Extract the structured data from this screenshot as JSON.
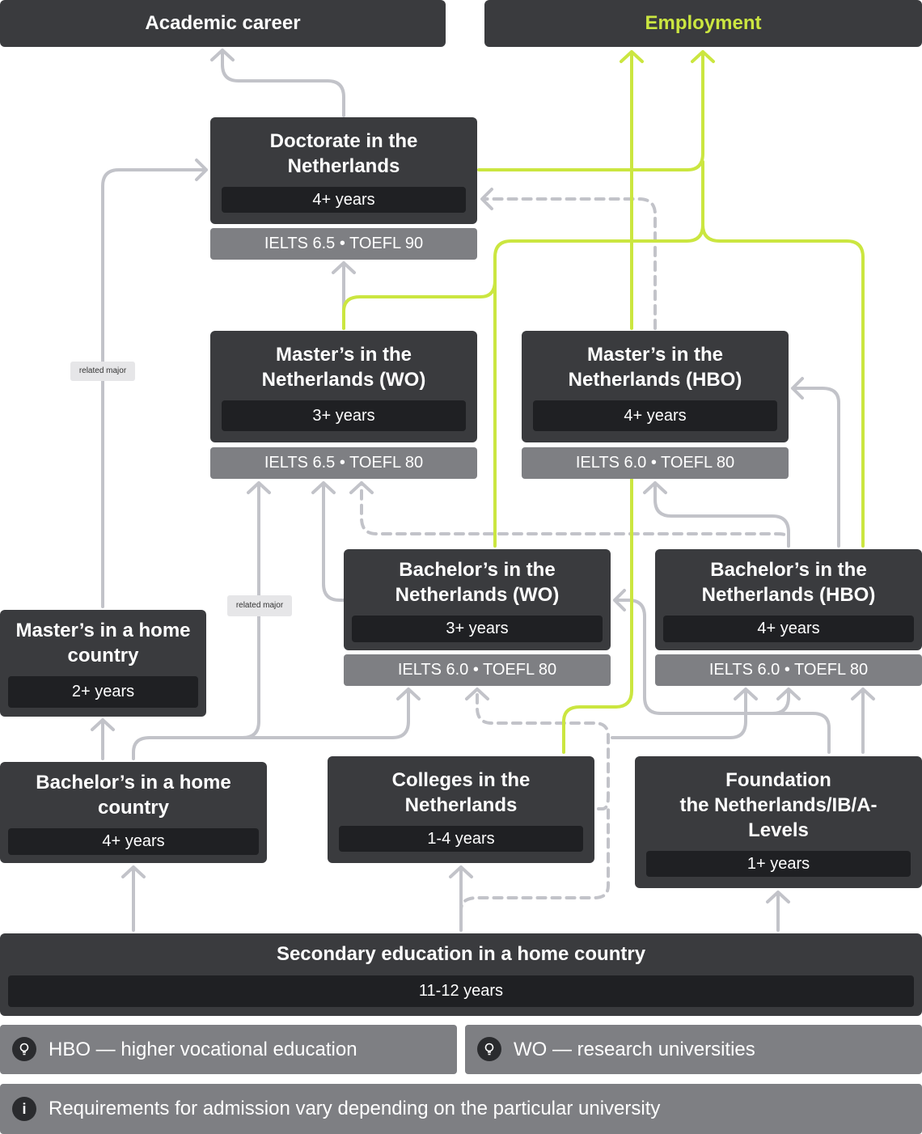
{
  "top": {
    "academic": "Academic career",
    "employment": "Employment"
  },
  "colors": {
    "box_bg": "#3a3b3e",
    "years_bg": "#1f2023",
    "requirement_bg": "#7e7f83",
    "arrow_gray": "#c2c3c9",
    "arrow_green": "#cbe640",
    "employment_text": "#cbe640"
  },
  "nodes": {
    "doctorate": {
      "title_1": "Doctorate in the",
      "title_2": "Netherlands",
      "years": "4+ years",
      "req": "IELTS 6.5 • TOEFL 90"
    },
    "master_wo": {
      "title_1": "Master’s in the",
      "title_2": "Netherlands (WO)",
      "years": "3+ years",
      "req": "IELTS 6.5 • TOEFL 80"
    },
    "master_hbo": {
      "title_1": "Master’s in the",
      "title_2": "Netherlands (HBO)",
      "years": "4+ years",
      "req": "IELTS 6.0 • TOEFL 80"
    },
    "bachelor_wo": {
      "title_1": "Bachelor’s in the",
      "title_2": "Netherlands (WO)",
      "years": "3+ years",
      "req": "IELTS 6.0 • TOEFL 80"
    },
    "bachelor_hbo": {
      "title_1": "Bachelor’s in the",
      "title_2": "Netherlands (HBO)",
      "years": "4+ years",
      "req": "IELTS 6.0 • TOEFL 80"
    },
    "master_home": {
      "title_1": "Master’s in a home",
      "title_2": "country",
      "years": "2+ years"
    },
    "bachelor_home": {
      "title_1": "Bachelor’s in a home",
      "title_2": "country",
      "years": "4+ years"
    },
    "colleges": {
      "title_1": "Colleges in the",
      "title_2": "Netherlands",
      "years": "1-4 years"
    },
    "foundation": {
      "title_1": "Foundation",
      "title_2": "the Netherlands/IB/A-",
      "title_3": "Levels",
      "years": "1+ years"
    },
    "secondary": {
      "title": "Secondary education in a home country",
      "years": "11-12 years"
    }
  },
  "tags": {
    "related_1": "related major",
    "related_2": "related major"
  },
  "legend": {
    "hbo": "HBO — higher vocational education",
    "wo": "WO — research universities",
    "note": "Requirements for admission vary depending on the particular university",
    "bulb_icon": "lightbulb-icon",
    "info_icon": "info-icon"
  }
}
